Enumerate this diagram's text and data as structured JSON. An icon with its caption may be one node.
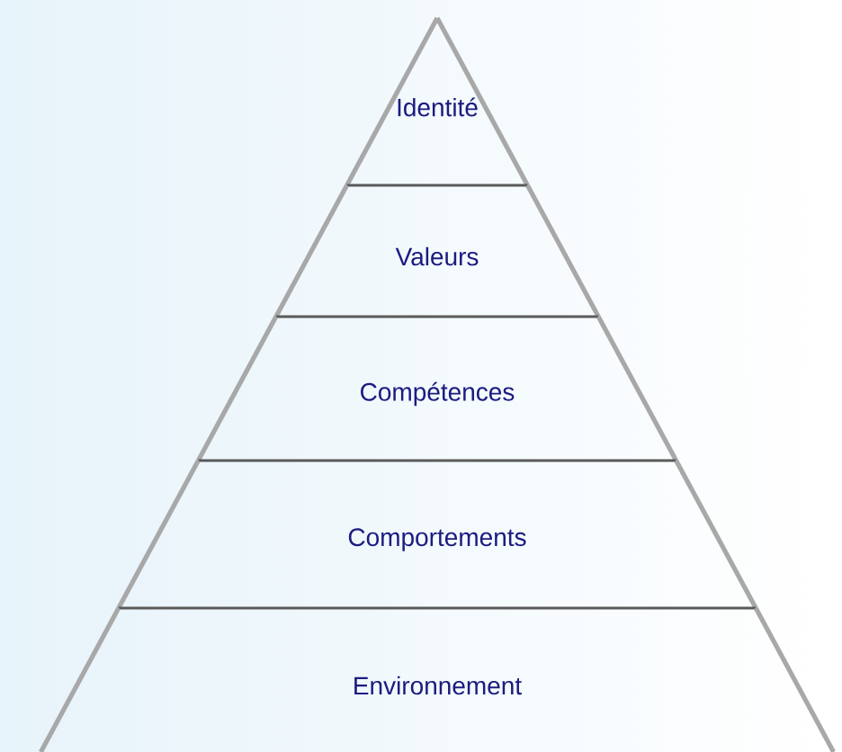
{
  "diagram": {
    "nodes": [
      {
        "text": [
          "Identité"
        ]
      },
      {
        "text": [
          "Valeurs"
        ]
      },
      {
        "text": [
          "Compétences"
        ]
      },
      {
        "text": [
          "Comportements"
        ]
      },
      {
        "text": [
          "Environnement"
        ]
      }
    ]
  }
}
